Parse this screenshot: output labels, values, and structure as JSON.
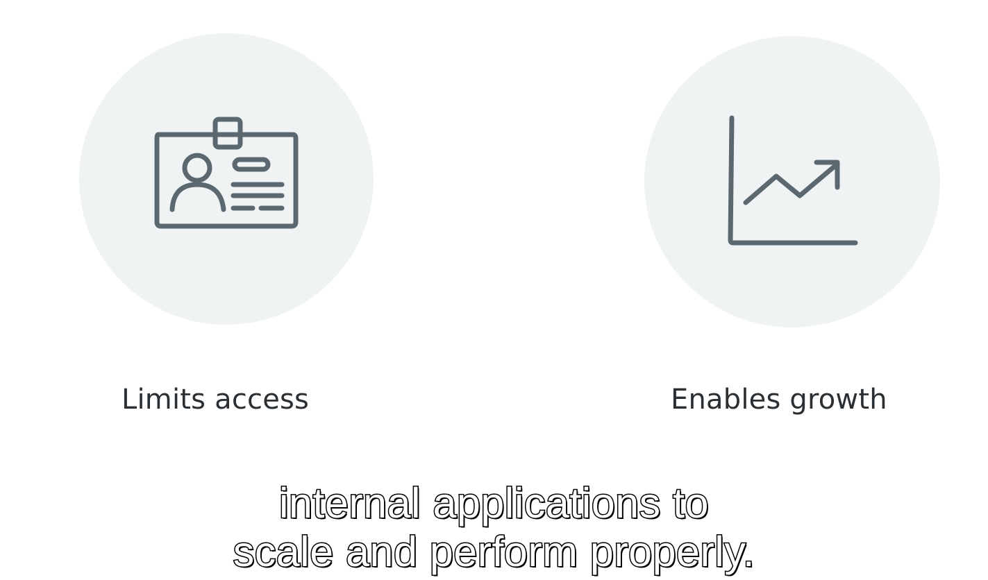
{
  "features": [
    {
      "label": "Limits access",
      "icon": "id-badge-icon"
    },
    {
      "label": "Enables growth",
      "icon": "growth-chart-icon"
    }
  ],
  "caption": {
    "line1": "internal applications to",
    "line2": "scale and perform properly."
  },
  "colors": {
    "background": "#ffffff",
    "circle": "#eff3f4",
    "icon_stroke": "#5b6870",
    "label_text": "#2a2f33",
    "caption_fill": "#ffffff",
    "caption_outline": "#000000"
  }
}
